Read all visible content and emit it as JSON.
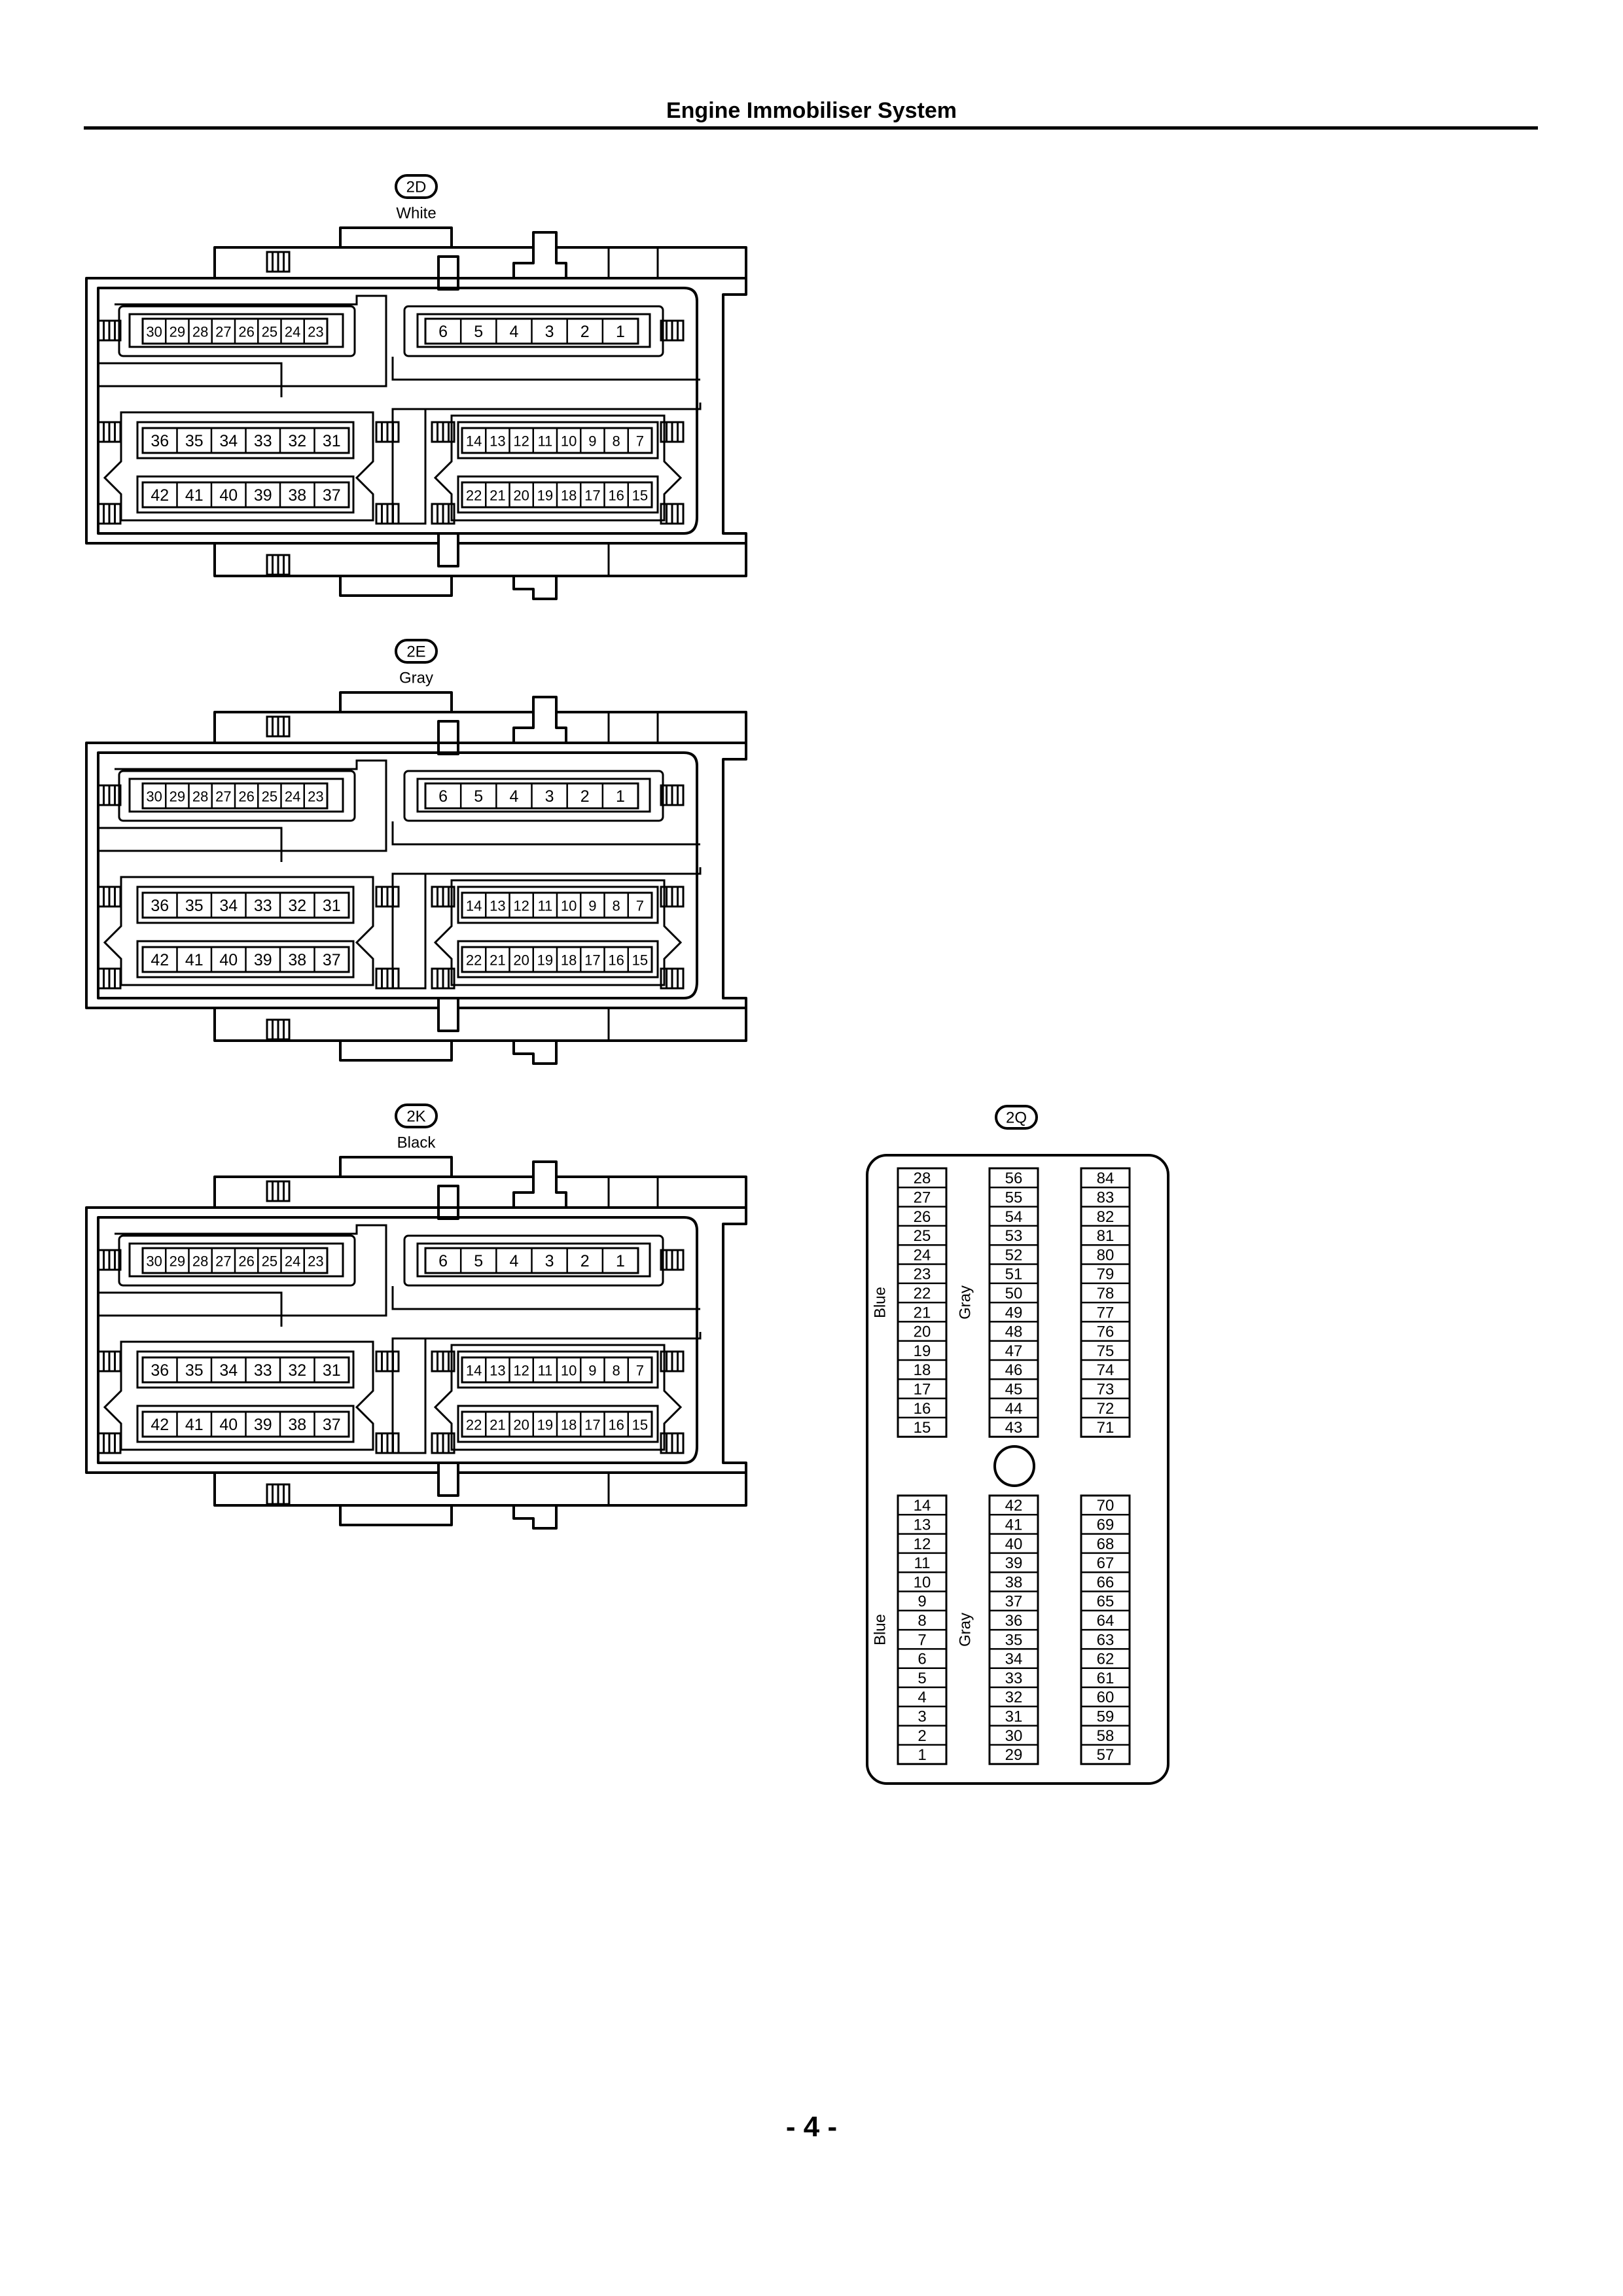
{
  "header": {
    "title": "Engine Immobiliser System"
  },
  "footer": {
    "page_number": "- 4 -"
  },
  "connectors": [
    {
      "id": "2D",
      "color_label": "White",
      "rows": {
        "top_left": [
          "30",
          "29",
          "28",
          "27",
          "26",
          "25",
          "24",
          "23"
        ],
        "top_right": [
          "6",
          "5",
          "4",
          "3",
          "2",
          "1"
        ],
        "mid_left": [
          "36",
          "35",
          "34",
          "33",
          "32",
          "31"
        ],
        "mid_right": [
          "14",
          "13",
          "12",
          "11",
          "10",
          "9",
          "8",
          "7"
        ],
        "bot_left": [
          "42",
          "41",
          "40",
          "39",
          "38",
          "37"
        ],
        "bot_right": [
          "22",
          "21",
          "20",
          "19",
          "18",
          "17",
          "16",
          "15"
        ]
      }
    },
    {
      "id": "2E",
      "color_label": "Gray",
      "rows": {
        "top_left": [
          "30",
          "29",
          "28",
          "27",
          "26",
          "25",
          "24",
          "23"
        ],
        "top_right": [
          "6",
          "5",
          "4",
          "3",
          "2",
          "1"
        ],
        "mid_left": [
          "36",
          "35",
          "34",
          "33",
          "32",
          "31"
        ],
        "mid_right": [
          "14",
          "13",
          "12",
          "11",
          "10",
          "9",
          "8",
          "7"
        ],
        "bot_left": [
          "42",
          "41",
          "40",
          "39",
          "38",
          "37"
        ],
        "bot_right": [
          "22",
          "21",
          "20",
          "19",
          "18",
          "17",
          "16",
          "15"
        ]
      }
    },
    {
      "id": "2K",
      "color_label": "Black",
      "rows": {
        "top_left": [
          "30",
          "29",
          "28",
          "27",
          "26",
          "25",
          "24",
          "23"
        ],
        "top_right": [
          "6",
          "5",
          "4",
          "3",
          "2",
          "1"
        ],
        "mid_left": [
          "36",
          "35",
          "34",
          "33",
          "32",
          "31"
        ],
        "mid_right": [
          "14",
          "13",
          "12",
          "11",
          "10",
          "9",
          "8",
          "7"
        ],
        "bot_left": [
          "42",
          "41",
          "40",
          "39",
          "38",
          "37"
        ],
        "bot_right": [
          "22",
          "21",
          "20",
          "19",
          "18",
          "17",
          "16",
          "15"
        ]
      }
    }
  ],
  "ecu_connector": {
    "id": "2Q",
    "upper": {
      "col1": [
        "28",
        "27",
        "26",
        "25",
        "24",
        "23",
        "22",
        "21",
        "20",
        "19",
        "18",
        "17",
        "16",
        "15"
      ],
      "col2": [
        "56",
        "55",
        "54",
        "53",
        "52",
        "51",
        "50",
        "49",
        "48",
        "47",
        "46",
        "45",
        "44",
        "43"
      ],
      "col3": [
        "84",
        "83",
        "82",
        "81",
        "80",
        "79",
        "78",
        "77",
        "76",
        "75",
        "74",
        "73",
        "72",
        "71"
      ]
    },
    "lower": {
      "col1": [
        "14",
        "13",
        "12",
        "11",
        "10",
        "9",
        "8",
        "7",
        "6",
        "5",
        "4",
        "3",
        "2",
        "1"
      ],
      "col2": [
        "42",
        "41",
        "40",
        "39",
        "38",
        "37",
        "36",
        "35",
        "34",
        "33",
        "32",
        "31",
        "30",
        "29"
      ],
      "col3": [
        "70",
        "69",
        "68",
        "67",
        "66",
        "65",
        "64",
        "63",
        "62",
        "61",
        "60",
        "59",
        "58",
        "57"
      ]
    },
    "side_labels": {
      "col1": "Blue",
      "col2": "Gray"
    }
  }
}
